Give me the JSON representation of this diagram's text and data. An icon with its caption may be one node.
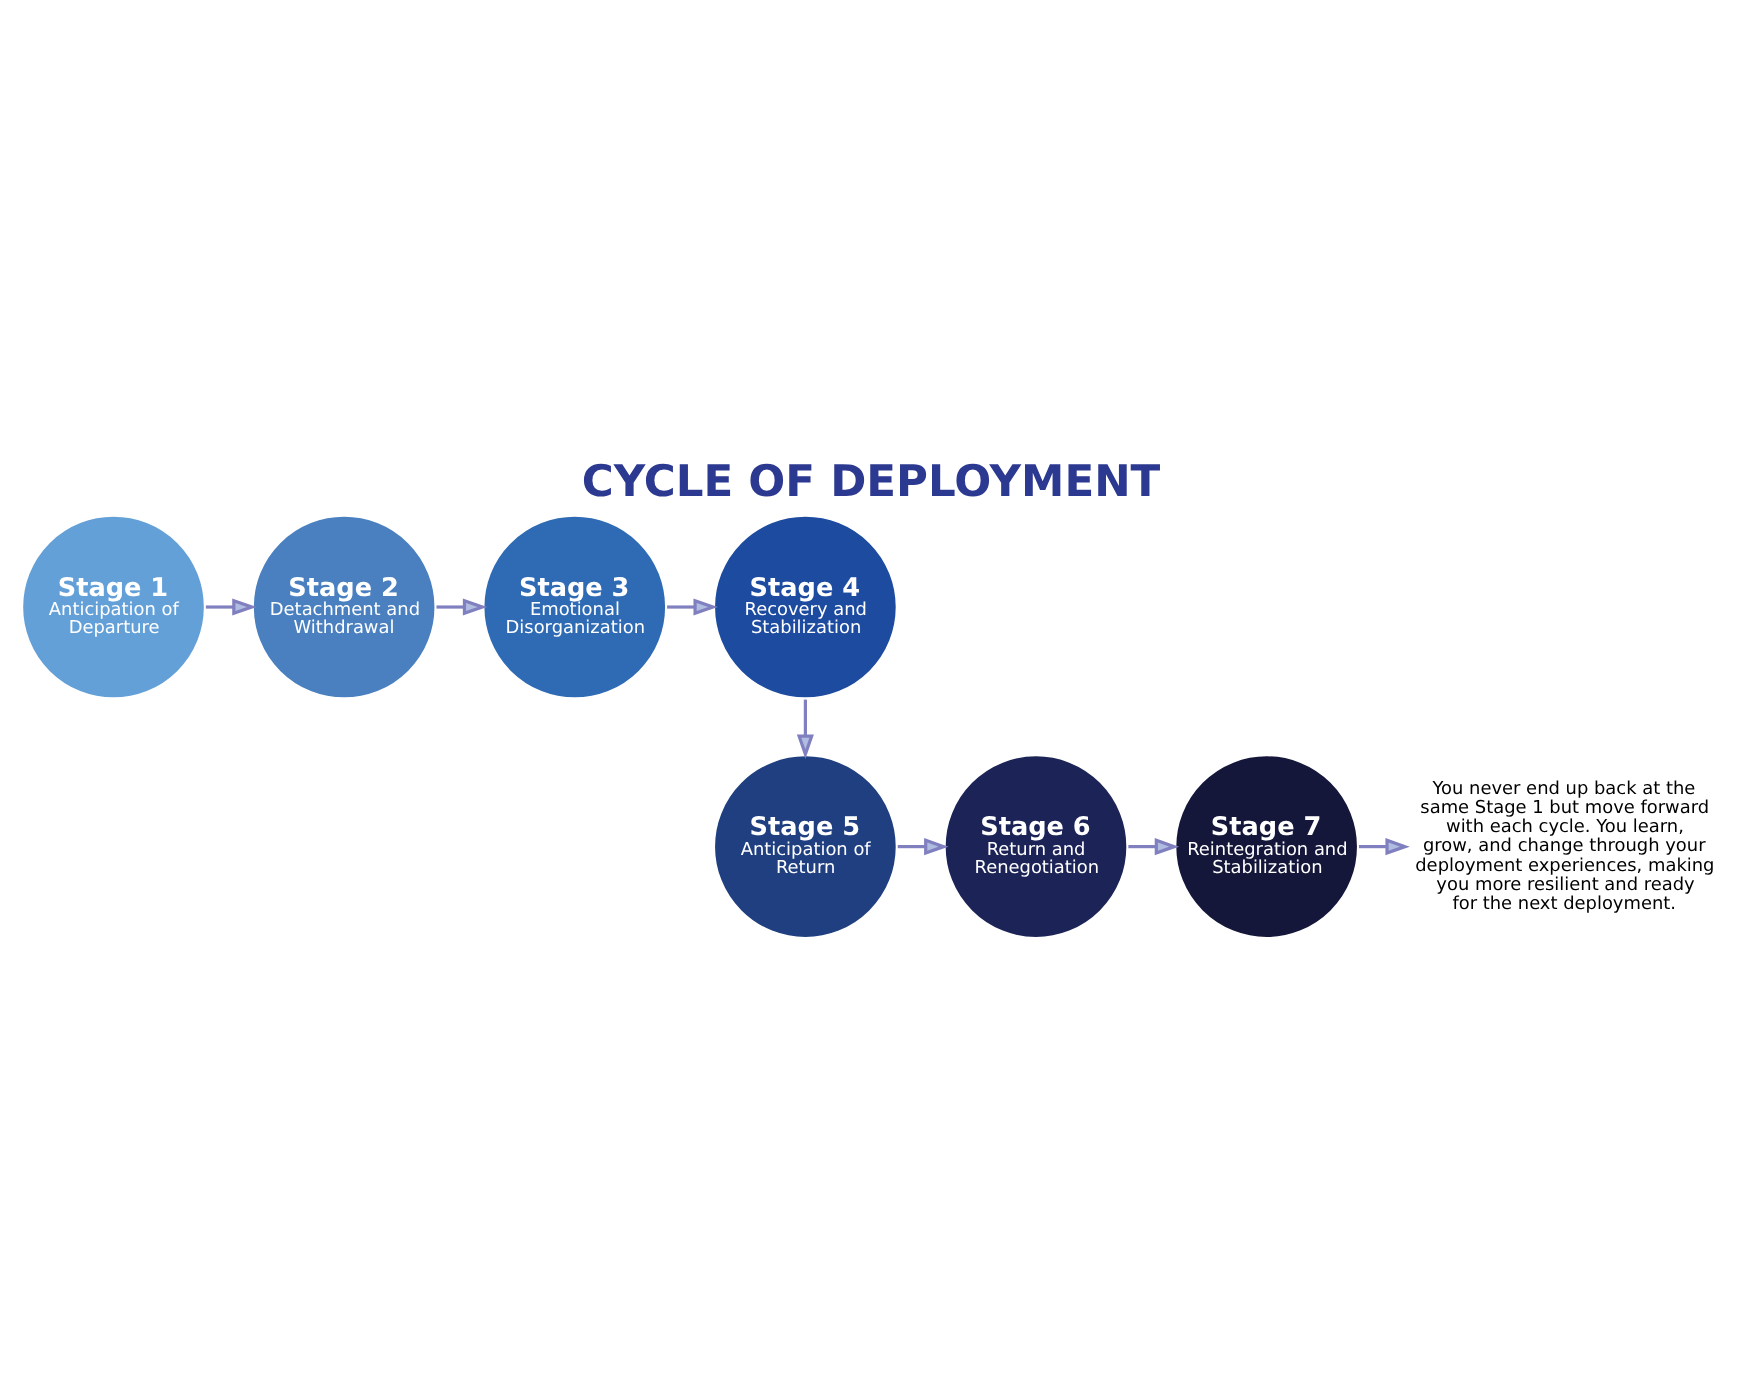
{
  "diagram": {
    "title": "CYCLE OF DEPLOYMENT",
    "nodes": [
      {
        "text": [
          "Stage 1",
          "Anticipation of Departure"
        ]
      },
      {
        "text": [
          "Stage 2",
          "Detachment and Withdrawal"
        ]
      },
      {
        "text": [
          "Stage 3",
          "Emotional Disorganization"
        ]
      },
      {
        "text": [
          "Stage 4",
          "Recovery and Stabilization"
        ]
      },
      {
        "text": [
          "Stage 5",
          "Anticipation of Return"
        ]
      },
      {
        "text": [
          "Stage 6",
          "Return and Renegotiation"
        ]
      },
      {
        "text": [
          "Stage 7",
          "Reintegration and Stabilization"
        ]
      },
      {
        "text": [
          "You never end up back at the same Stage 1 but move forward with each cycle. You learn, grow, and change through your deployment experiences, making you more resilient and ready for the next deployment."
        ]
      }
    ],
    "edges": [
      {
        "from": 0,
        "to": 1,
        "arrow": "to"
      },
      {
        "from": 1,
        "to": 2,
        "arrow": "to"
      },
      {
        "from": 2,
        "to": 3,
        "arrow": "to"
      },
      {
        "from": 3,
        "to": 4,
        "arrow": "to"
      },
      {
        "from": 4,
        "to": 5,
        "arrow": "to"
      },
      {
        "from": 5,
        "to": 6,
        "arrow": "to"
      },
      {
        "from": 6,
        "to": 7,
        "arrow": "to"
      }
    ]
  }
}
